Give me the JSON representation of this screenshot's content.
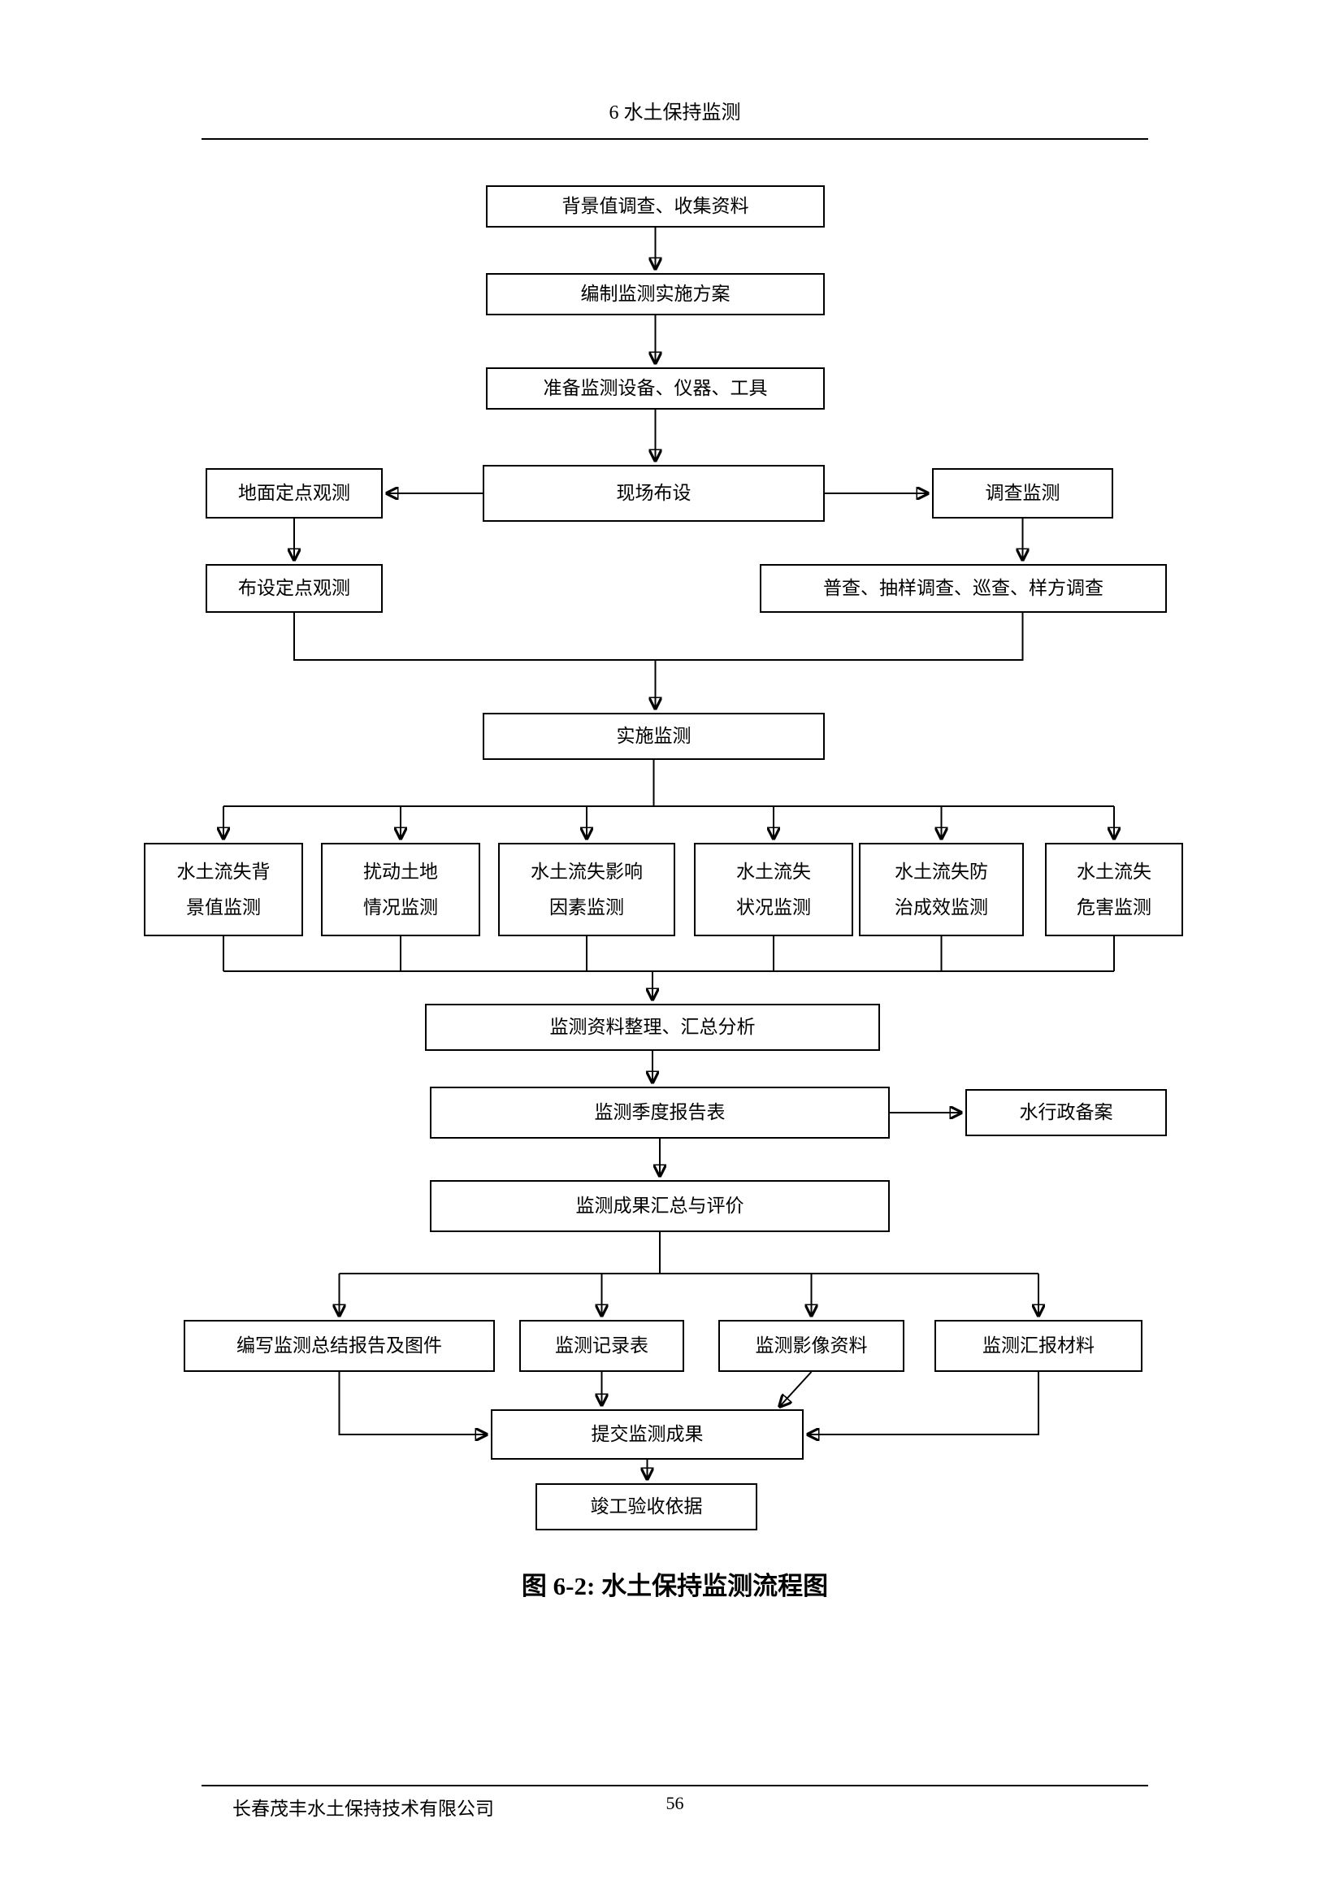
{
  "colors": {
    "ink": "#000000",
    "paper": "#ffffff"
  },
  "page": {
    "header_title": "6 水土保持监测",
    "caption": "图 6-2: 水土保持监测流程图",
    "footer_company": "长春茂丰水土保持技术有限公司",
    "page_number": "56"
  },
  "flowchart": {
    "nodes": {
      "bg_survey": "背景值调查、收集资料",
      "plan": "编制监测实施方案",
      "equipment": "准备监测设备、仪器、工具",
      "site_layout": "现场布设",
      "ground_obs": "地面定点观测",
      "survey_monitor": "调查监测",
      "fixed_obs": "布设定点观测",
      "census": "普查、抽样调查、巡查、样方调查",
      "implement": "实施监测",
      "m1": "水土流失背\n景值监测",
      "m2": "扰动土地\n情况监测",
      "m3": "水土流失影响\n因素监测",
      "m4": "水土流失\n状况监测",
      "m5": "水土流失防\n治成效监测",
      "m6": "水土流失\n危害监测",
      "data_analysis": "监测资料整理、汇总分析",
      "quarterly_report": "监测季度报告表",
      "admin_filing": "水行政备案",
      "summary_eval": "监测成果汇总与评价",
      "final_report": "编写监测总结报告及图件",
      "record_form": "监测记录表",
      "image_data": "监测影像资料",
      "report_material": "监测汇报材料",
      "submit_results": "提交监测成果",
      "acceptance_basis": "竣工验收依据"
    }
  }
}
